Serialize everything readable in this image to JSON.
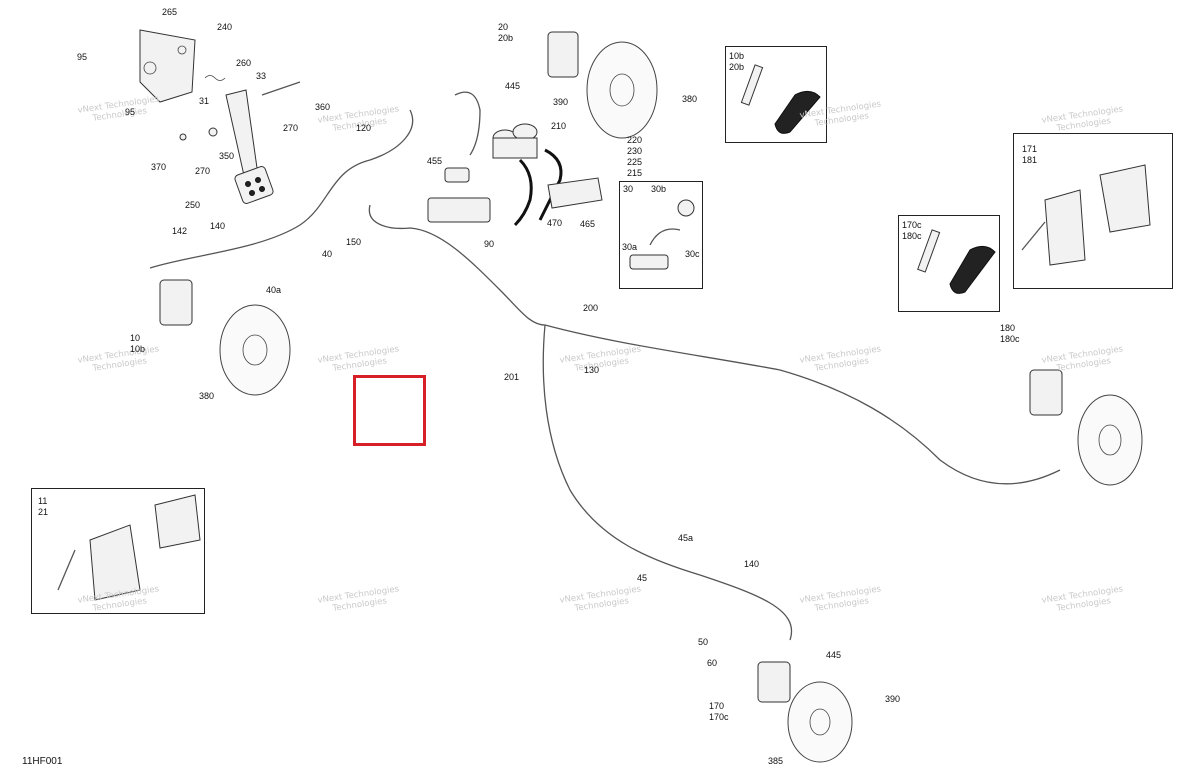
{
  "diagram_code": "11HF001",
  "watermark": {
    "line1": "vNext Technologies",
    "line2": "Technologies"
  },
  "labels": {
    "l265": "265",
    "l240": "240",
    "l95a": "95",
    "l95b": "95",
    "l260": "260",
    "l33": "33",
    "l31": "31",
    "l360": "360",
    "l270a": "270",
    "l370": "370",
    "l270b": "270",
    "l350": "350",
    "l250": "250",
    "l120": "120",
    "l140a": "140",
    "l142": "142",
    "l40": "40",
    "l40a": "40a",
    "l150": "150",
    "l455": "455",
    "l90": "90",
    "l470": "470",
    "l465": "465",
    "l20": "20",
    "l20b": "20b",
    "l445a": "445",
    "l390a": "390",
    "l380a": "380",
    "l210": "210",
    "l220": "220",
    "l230": "230",
    "l225": "225",
    "l215": "215",
    "l30": "30",
    "l30b": "30b",
    "l30a": "30a",
    "l30c": "30c",
    "l10b20b_1": "10b",
    "l10b20b_2": "20b",
    "l171": "171",
    "l181": "181",
    "l170c180c_1": "170c",
    "l170c180c_2": "180c",
    "l10": "10",
    "l10b": "10b",
    "l380b": "380",
    "l200": "200",
    "l201": "201",
    "l130": "130",
    "l180": "180",
    "l180c": "180c",
    "l11": "11",
    "l21": "21",
    "l45a": "45a",
    "l140b": "140",
    "l45": "45",
    "l50": "50",
    "l60": "60",
    "l445b": "445",
    "l170": "170",
    "l170c": "170c",
    "l390b": "390",
    "l385": "385"
  }
}
